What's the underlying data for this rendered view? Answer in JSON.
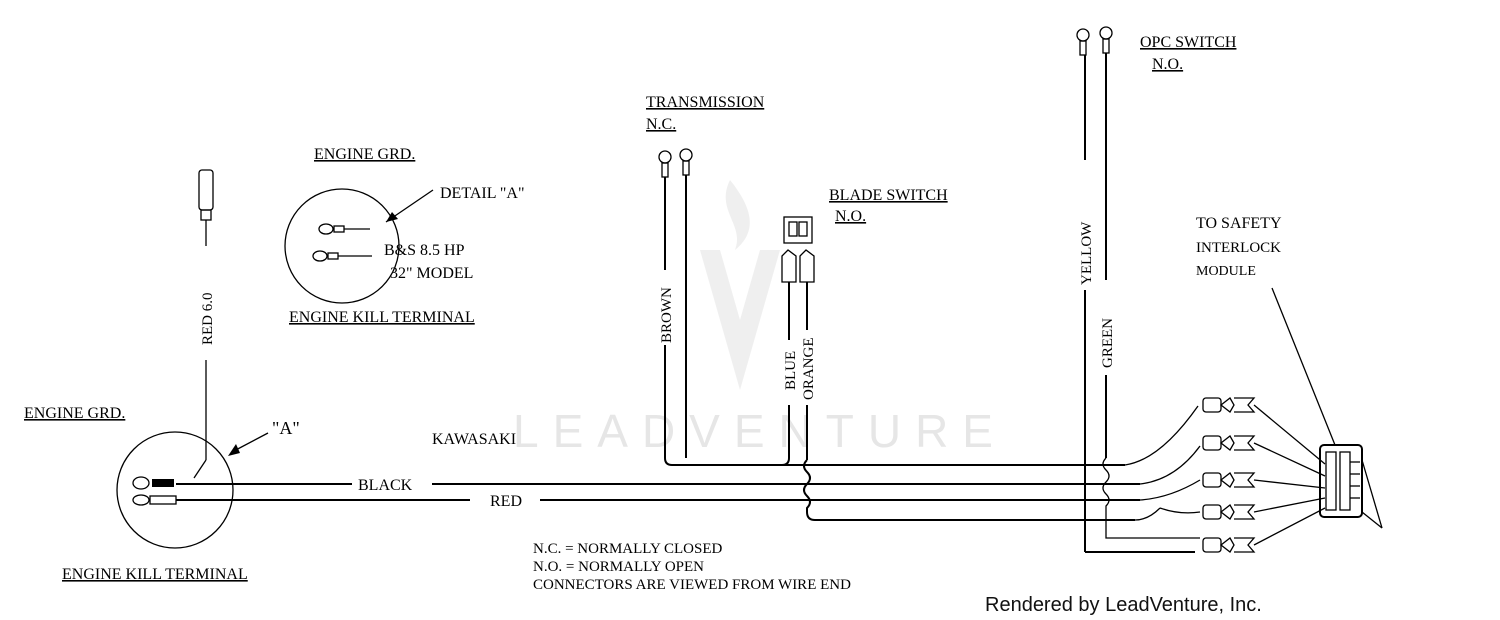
{
  "diagram": {
    "labels": {
      "opc_switch": "OPC SWITCH",
      "opc_no": "N.O.",
      "transmission": "TRANSMISSION",
      "transmission_nc": "N.C.",
      "engine_grd_top": "ENGINE GRD.",
      "detail_a": "DETAIL \"A\"",
      "engine_model": "B&S 8.5 HP",
      "engine_size": "32\" MODEL",
      "engine_kill_top": "ENGINE KILL TERMINAL",
      "blade_switch": "BLADE SWITCH",
      "blade_no": "N.O.",
      "to_safety_1": "TO SAFETY",
      "to_safety_2": "INTERLOCK",
      "to_safety_3": "MODULE",
      "engine_grd_left": "ENGINE GRD.",
      "a_label": "\"A\"",
      "engine_kill_bottom": "ENGINE KILL TERMINAL",
      "kawasaki": "KAWASAKI",
      "legend_nc": "N.C. = NORMALLY CLOSED",
      "legend_no": "N.O. = NORMALLY OPEN",
      "legend_connectors": "CONNECTORS ARE VIEWED FROM WIRE END"
    },
    "wires": {
      "red_60": "RED 6.0",
      "brown": "BROWN",
      "blue": "BLUE",
      "orange": "ORANGE",
      "yellow": "YELLOW",
      "green": "GREEN",
      "black": "BLACK",
      "red": "RED"
    },
    "watermark": "LEADVENTURE",
    "credit": "Rendered by LeadVenture, Inc."
  }
}
